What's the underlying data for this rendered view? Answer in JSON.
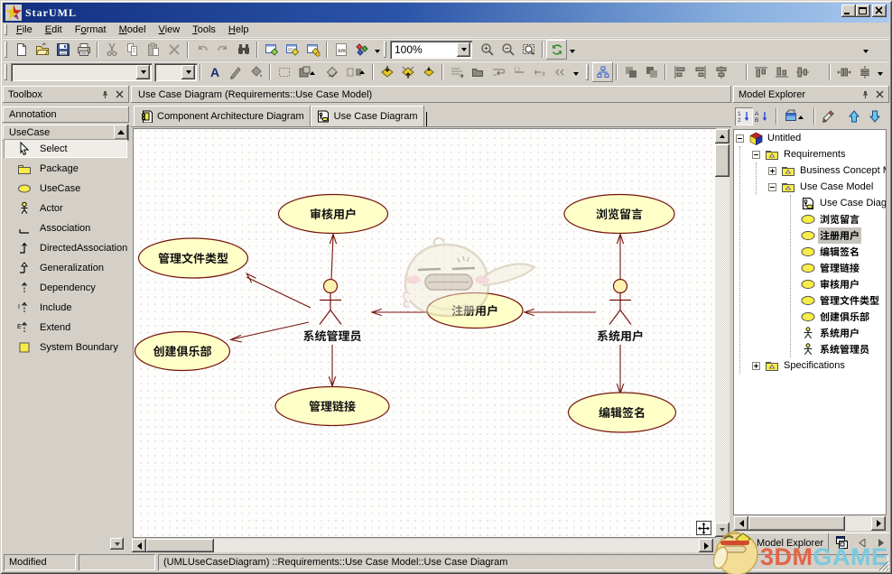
{
  "window": {
    "title": "StarUML",
    "controls": [
      "minimize",
      "maximize",
      "close"
    ]
  },
  "menu_bar": {
    "items": [
      {
        "label": "File",
        "accel_index": 0
      },
      {
        "label": "Edit",
        "accel_index": 0
      },
      {
        "label": "Format",
        "accel_index": 1
      },
      {
        "label": "Model",
        "accel_index": 0
      },
      {
        "label": "View",
        "accel_index": 0
      },
      {
        "label": "Tools",
        "accel_index": 0
      },
      {
        "label": "Help",
        "accel_index": 0
      }
    ]
  },
  "toolbar_standard": {
    "zoom_value": "100%",
    "buttons": [
      "new",
      "open",
      "save",
      "print",
      "cut",
      "copy",
      "paste",
      "delete",
      "undo",
      "redo",
      "find",
      "add-diagram",
      "add-model",
      "add-element",
      "export-xmi",
      "options",
      "zoom-in",
      "zoom-out",
      "zoom-area",
      "refresh"
    ]
  },
  "toolbar_format": {
    "font_combo_value": "",
    "size_combo_value": "",
    "buttons": [
      "font",
      "line-color",
      "fill-color",
      "select-style",
      "fill-style",
      "line-style",
      "flip",
      "bring-to-front",
      "send-to-back",
      "bring-forward",
      "stereotype-lines",
      "stereotype-folder",
      "word-wrap",
      "suppress-attributes",
      "show-operations",
      "show-properties",
      "auto-layout",
      "group",
      "ungroup",
      "align-left",
      "align-center",
      "align-right",
      "align-top",
      "align-middle",
      "align-bottom",
      "space-equally-horizontal",
      "space-equally-vertical"
    ]
  },
  "toolbox": {
    "title": "Toolbox",
    "sections": [
      {
        "label": "Annotation"
      },
      {
        "label": "UseCase"
      }
    ],
    "items": [
      {
        "label": "Select",
        "icon": "cursor-icon",
        "selected": true
      },
      {
        "label": "Package",
        "icon": "package-icon",
        "selected": false
      },
      {
        "label": "UseCase",
        "icon": "usecase-icon",
        "selected": false
      },
      {
        "label": "Actor",
        "icon": "actor-icon",
        "selected": false
      },
      {
        "label": "Association",
        "icon": "association-icon",
        "selected": false
      },
      {
        "label": "DirectedAssociation",
        "icon": "directed-association-icon",
        "selected": false
      },
      {
        "label": "Generalization",
        "icon": "generalization-icon",
        "selected": false
      },
      {
        "label": "Dependency",
        "icon": "dependency-icon",
        "selected": false
      },
      {
        "label": "Include",
        "icon": "include-icon",
        "selected": false
      },
      {
        "label": "Extend",
        "icon": "extend-icon",
        "selected": false
      },
      {
        "label": "System Boundary",
        "icon": "system-boundary-icon",
        "selected": false
      }
    ]
  },
  "diagram_area": {
    "header": "Use Case Diagram (Requirements::Use Case Model)",
    "tabs": [
      {
        "label": "Component Architecture Diagram",
        "icon": "component-diagram-icon",
        "active": false
      },
      {
        "label": "Use Case Diagram",
        "icon": "use-case-diagram-icon",
        "active": true
      }
    ]
  },
  "use_case_diagram": {
    "type": "uml-use-case-diagram",
    "use_cases": [
      "审核用户",
      "管理文件类型",
      "创建俱乐部",
      "管理链接",
      "注册用户",
      "浏览留言",
      "编辑签名"
    ],
    "actors": [
      "系统管理员",
      "系统用户"
    ],
    "associations": [
      {
        "from": "系统管理员",
        "to": "审核用户"
      },
      {
        "from": "系统管理员",
        "to": "管理文件类型"
      },
      {
        "from": "系统管理员",
        "to": "创建俱乐部"
      },
      {
        "from": "系统管理员",
        "to": "管理链接"
      },
      {
        "from": "注册用户",
        "to": "系统管理员"
      },
      {
        "from": "系统用户",
        "to": "注册用户"
      },
      {
        "from": "系统用户",
        "to": "浏览留言"
      },
      {
        "from": "系统用户",
        "to": "编辑签名"
      }
    ]
  },
  "model_explorer": {
    "title": "Model Explorer",
    "toolbar": [
      "sort-by-creation",
      "sort-alphabetically",
      "diagram-type",
      "format-filter",
      "move-up",
      "move-down"
    ],
    "tree": [
      {
        "label": "Untitled",
        "icon": "model-cube-icon",
        "level": 0,
        "expander": "minus",
        "selected": false
      },
      {
        "label": "Requirements",
        "icon": "package-icon",
        "level": 1,
        "expander": "minus",
        "selected": false
      },
      {
        "label": "Business Concept Model",
        "icon": "package-icon",
        "level": 2,
        "expander": "plus",
        "selected": false
      },
      {
        "label": "Use Case Model",
        "icon": "package-icon",
        "level": 2,
        "expander": "minus",
        "selected": false
      },
      {
        "label": "Use Case Diagram",
        "icon": "use-case-diagram-icon",
        "level": 3,
        "expander": "none",
        "selected": false
      },
      {
        "label": "浏览留言",
        "icon": "usecase-icon",
        "level": 3,
        "expander": "none",
        "selected": false
      },
      {
        "label": "注册用户",
        "icon": "usecase-icon",
        "level": 3,
        "expander": "none",
        "selected": true
      },
      {
        "label": "编辑签名",
        "icon": "usecase-icon",
        "level": 3,
        "expander": "none",
        "selected": false
      },
      {
        "label": "管理链接",
        "icon": "usecase-icon",
        "level": 3,
        "expander": "none",
        "selected": false
      },
      {
        "label": "审核用户",
        "icon": "usecase-icon",
        "level": 3,
        "expander": "none",
        "selected": false
      },
      {
        "label": "管理文件类型",
        "icon": "usecase-icon",
        "level": 3,
        "expander": "none",
        "selected": false
      },
      {
        "label": "创建俱乐部",
        "icon": "usecase-icon",
        "level": 3,
        "expander": "none",
        "selected": false
      },
      {
        "label": "系统用户",
        "icon": "actor-icon",
        "level": 3,
        "expander": "none",
        "selected": false
      },
      {
        "label": "系统管理员",
        "icon": "actor-icon",
        "level": 3,
        "expander": "none",
        "selected": false
      },
      {
        "label": "Specifications",
        "icon": "package-icon",
        "level": 1,
        "expander": "plus",
        "selected": false
      }
    ],
    "bottom_tab": "Model Explorer"
  },
  "status_bar": {
    "cells": [
      "Modified",
      "",
      "(UMLUseCaseDiagram) ::Requirements::Use Case Model::Use Case Diagram"
    ]
  },
  "watermark": {
    "part1": "3DM",
    "part2": "GAME"
  },
  "colors": {
    "window_chrome": "#D4D0C8",
    "titlebar_gradient_left": "#122F80",
    "titlebar_gradient_right": "#A9C8EF",
    "usecase_fill": "#FFFFC8",
    "usecase_border": "#76140C",
    "association_line": "#76140C",
    "watermark_3dm": "#E2654A",
    "watermark_game": "#7CC9DE"
  }
}
